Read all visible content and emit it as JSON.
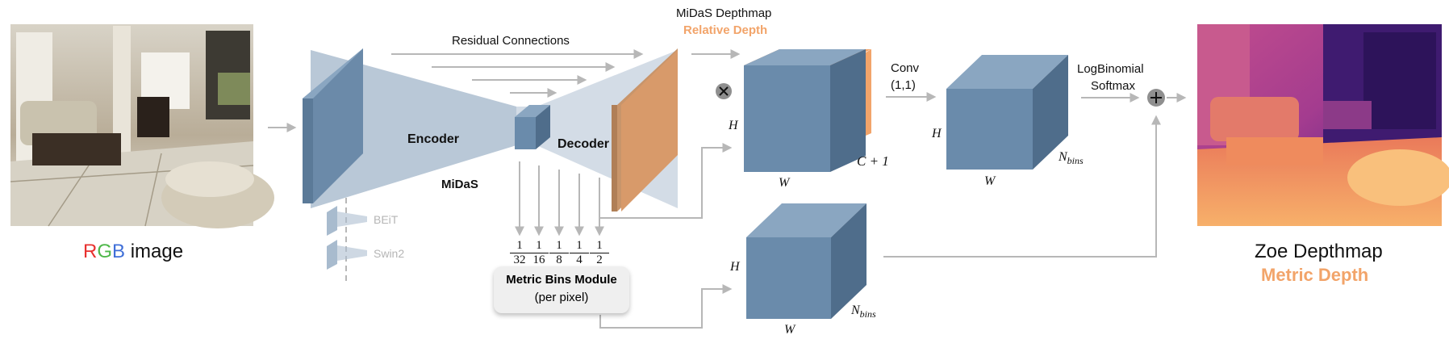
{
  "input": {
    "caption_r": "R",
    "caption_g": "G",
    "caption_b": "B",
    "caption_rest": " image",
    "colors": {
      "r": "#e8312f",
      "g": "#4fb84a",
      "b": "#3f6fd8"
    }
  },
  "midas": {
    "residual_label": "Residual Connections",
    "encoder_label": "Encoder",
    "decoder_label": "Decoder",
    "name_label": "MiDaS",
    "backbones": [
      "BEiT",
      "Swin2"
    ],
    "depthmap_title": "MiDaS Depthmap",
    "depthmap_subtitle": "Relative Depth"
  },
  "fractions": [
    {
      "n": "1",
      "d": "32"
    },
    {
      "n": "1",
      "d": "16"
    },
    {
      "n": "1",
      "d": "8"
    },
    {
      "n": "1",
      "d": "4"
    },
    {
      "n": "1",
      "d": "2"
    }
  ],
  "bins_module": {
    "title": "Metric Bins Module",
    "subtitle": "(per pixel)"
  },
  "cube1": {
    "h": "H",
    "w": "W",
    "c": "C + 1"
  },
  "conv": {
    "line1": "Conv",
    "line2": "(1,1)"
  },
  "cube2": {
    "h": "H",
    "w": "W",
    "c": "N",
    "c_sub": "bins"
  },
  "cube3": {
    "h": "H",
    "w": "W",
    "c": "N",
    "c_sub": "bins"
  },
  "softmax": {
    "line1": "LogBinomial",
    "line2": "Softmax"
  },
  "output": {
    "title": "Zoe Depthmap",
    "subtitle": "Metric Depth"
  },
  "colors": {
    "cube_front": "#6a8bab",
    "cube_top": "#8aa6c1",
    "cube_side": "#4f6d8b",
    "orange": "#f2a46a",
    "arrow": "#b7b7b7"
  }
}
